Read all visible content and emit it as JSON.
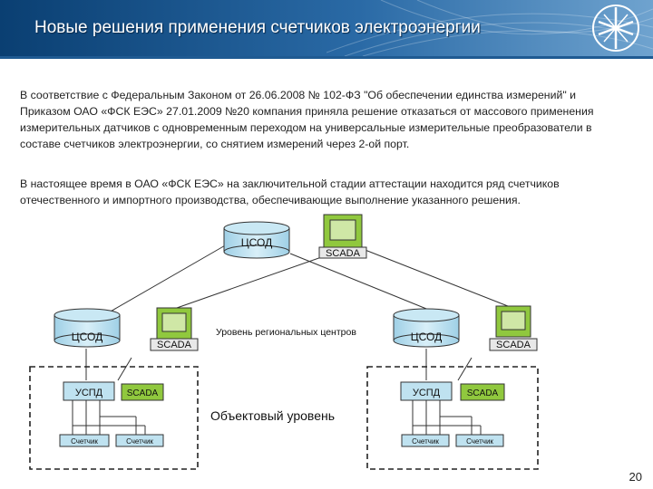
{
  "slide": {
    "title": "Новые решения применения счетчиков электроэнергии",
    "paragraph1": "В соответствие с Федеральным Законом от 26.06.2008 № 102-ФЗ \"Об обеспечении единства измерений\" и Приказом ОАО «ФСК ЕЭС» 27.01.2009 №20 компания приняла решение отказаться от массового применения измерительных датчиков с одновременным переходом на универсальные измерительные преобразователи в составе счетчиков электроэнергии, со снятием измерений через 2-ой порт.",
    "paragraph2": "В настоящее время в ОАО «ФСК ЕЭС» на заключительной стадии аттестации находится ряд счетчиков отечественного и импортного производства, обеспечивающие выполнение указанного решения.",
    "page_number": "20"
  },
  "diagram": {
    "tsod_label": "ЦСОД",
    "scada_label": "SCADA",
    "uspd_label": "УСПД",
    "meter_label": "Счетчик",
    "regional_level_label": "Уровень региональных центров",
    "object_level_label": "Объектовый уровень"
  },
  "colors": {
    "header_dark": "#0a3f72",
    "node_fill": "#bfe2f0",
    "monitor_green": "#90c83e"
  }
}
